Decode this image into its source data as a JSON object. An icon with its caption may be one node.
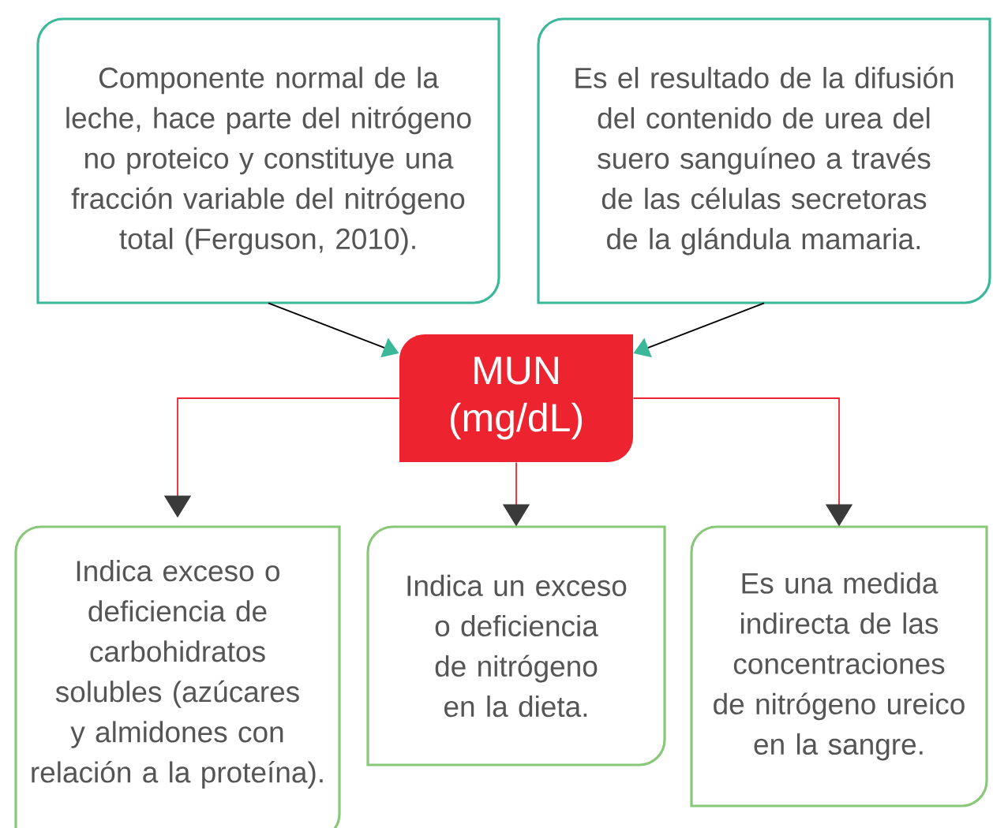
{
  "diagram": {
    "nodes": [
      {
        "text": [
          "Componente normal de la leche, hace parte del nitrógeno no proteico y constituye una fracción variable del nitrógeno total (Ferguson, 2010)."
        ]
      },
      {
        "text": [
          "Es el resultado de la difusión del contenido de urea del suero sanguíneo a través de las células secretoras de la glándula mamaria."
        ]
      },
      {
        "text": [
          "MUN (mg/dL)"
        ]
      },
      {
        "text": [
          "Indica exceso o deficiencia de carbohidratos solubles (azúcares y almidones con relación a la proteína)."
        ]
      },
      {
        "text": [
          "Indica un exceso o deficiencia de nitrógeno en la dieta."
        ]
      },
      {
        "text": [
          "Es una medida indirecta de las concentraciones de nitrógeno ureico en la sangre."
        ]
      }
    ],
    "edges": [
      {
        "from": 0,
        "to": 2,
        "arrow": "to",
        "color": "#000000"
      },
      {
        "from": 1,
        "to": 2,
        "arrow": "to",
        "color": "#000000"
      },
      {
        "from": 2,
        "to": 3,
        "arrow": "to"
      },
      {
        "from": 2,
        "to": 4,
        "arrow": "to"
      },
      {
        "from": 2,
        "to": 5,
        "arrow": "to"
      }
    ]
  }
}
